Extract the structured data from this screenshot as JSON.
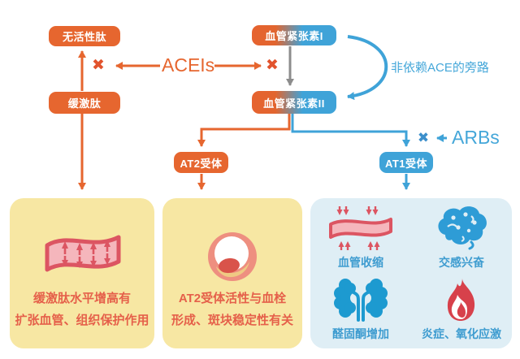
{
  "diagram": {
    "nodes": {
      "inactive_peptide": "无活性肽",
      "bradykinin": "缓激肽",
      "angiotensin_1": "血管紧张素I",
      "angiotensin_2": "血管紧张素II",
      "at2_receptor": "AT2受体",
      "at1_receptor": "AT1受体"
    },
    "labels": {
      "aceis": "ACEIs",
      "arbs": "ARBs",
      "bypass": "非依赖ACE的旁路"
    },
    "glyphs": {
      "x_mark": "✖"
    },
    "panels": {
      "bradykinin_effects": {
        "icon": "vessel-dilated-icon",
        "line1": "缓激肽水平增高有",
        "line2": "扩张血管、组织保护作用"
      },
      "at2_effects": {
        "icon": "vessel-cross-section-icon",
        "line1": "AT2受体活性与血栓",
        "line2": "形成、斑块稳定性有关"
      },
      "at1_effects": {
        "items": [
          {
            "icon": "vessel-constricted-icon",
            "label": "血管收缩"
          },
          {
            "icon": "brain-icon",
            "label": "交感兴奋"
          },
          {
            "icon": "kidneys-icon",
            "label": "醛固酮增加"
          },
          {
            "icon": "flame-icon",
            "label": "炎症、氧化应激"
          }
        ]
      }
    },
    "colors": {
      "orange": "#E6662F",
      "blue": "#3FA3D8",
      "gray_line": "#8C8C8C",
      "yellow_panel": "#F7E7A3",
      "blue_panel": "#DFEEF5",
      "panel_text_red": "#E5604A",
      "panel_text_blue": "#3E9CD0",
      "vessel_red": "#DC5562",
      "vessel_pink": "#F5B6BC"
    }
  }
}
